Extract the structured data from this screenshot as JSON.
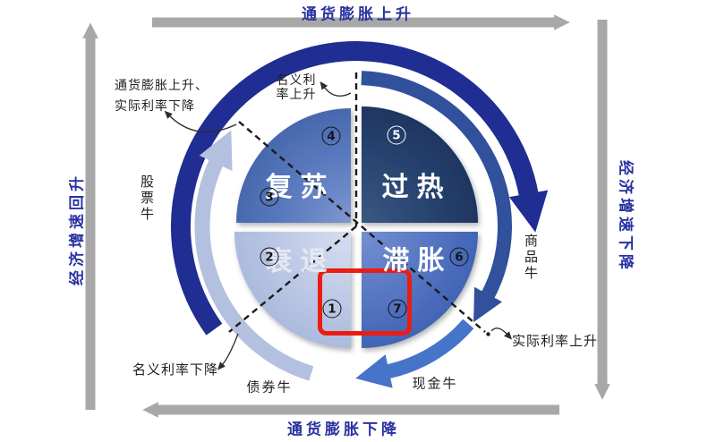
{
  "title_context": "investment-clock-diagram",
  "axes": {
    "top": "通货膨胀上升",
    "bottom": "通货膨胀下降",
    "left": "经济增速回升",
    "right": "经济增速下降"
  },
  "quadrants": {
    "recovery": {
      "label": "复苏"
    },
    "overheat": {
      "label": "过热"
    },
    "recession": {
      "label": "衰退"
    },
    "stagflation": {
      "label": "滞胀"
    }
  },
  "steps": [
    "1",
    "2",
    "3",
    "4",
    "5",
    "6",
    "7"
  ],
  "annotations": {
    "nominal_rate_up": {
      "line1": "名义利",
      "line2": "率上升"
    },
    "inflation_up_real_rate_down": {
      "line1": "通货膨胀上升、",
      "line2": "实际利率下降"
    },
    "real_rate_up": "实际利率上升",
    "nominal_rate_down": "名义利率下降"
  },
  "assets": {
    "stock": "股票牛",
    "commodity": "商品牛",
    "bond": "债券牛",
    "cash": "现金牛"
  },
  "colors": {
    "outer_arc_navy": "#202d92",
    "commodity_arc": "#31519d",
    "cash_arc": "#4674c8",
    "bond_arc": "#b4c0e0",
    "axis_arrow_gray": "#a8a8a8",
    "axis_text_blue": "#2832a0",
    "quadrant_recovery": "#5b7abf",
    "quadrant_overheat": "#233e6a",
    "quadrant_recession": "#bcc8e4",
    "quadrant_stagflation": "#5578c4",
    "highlight_box_red": "#ec1c12",
    "annotation_black": "#1f1f1f"
  }
}
